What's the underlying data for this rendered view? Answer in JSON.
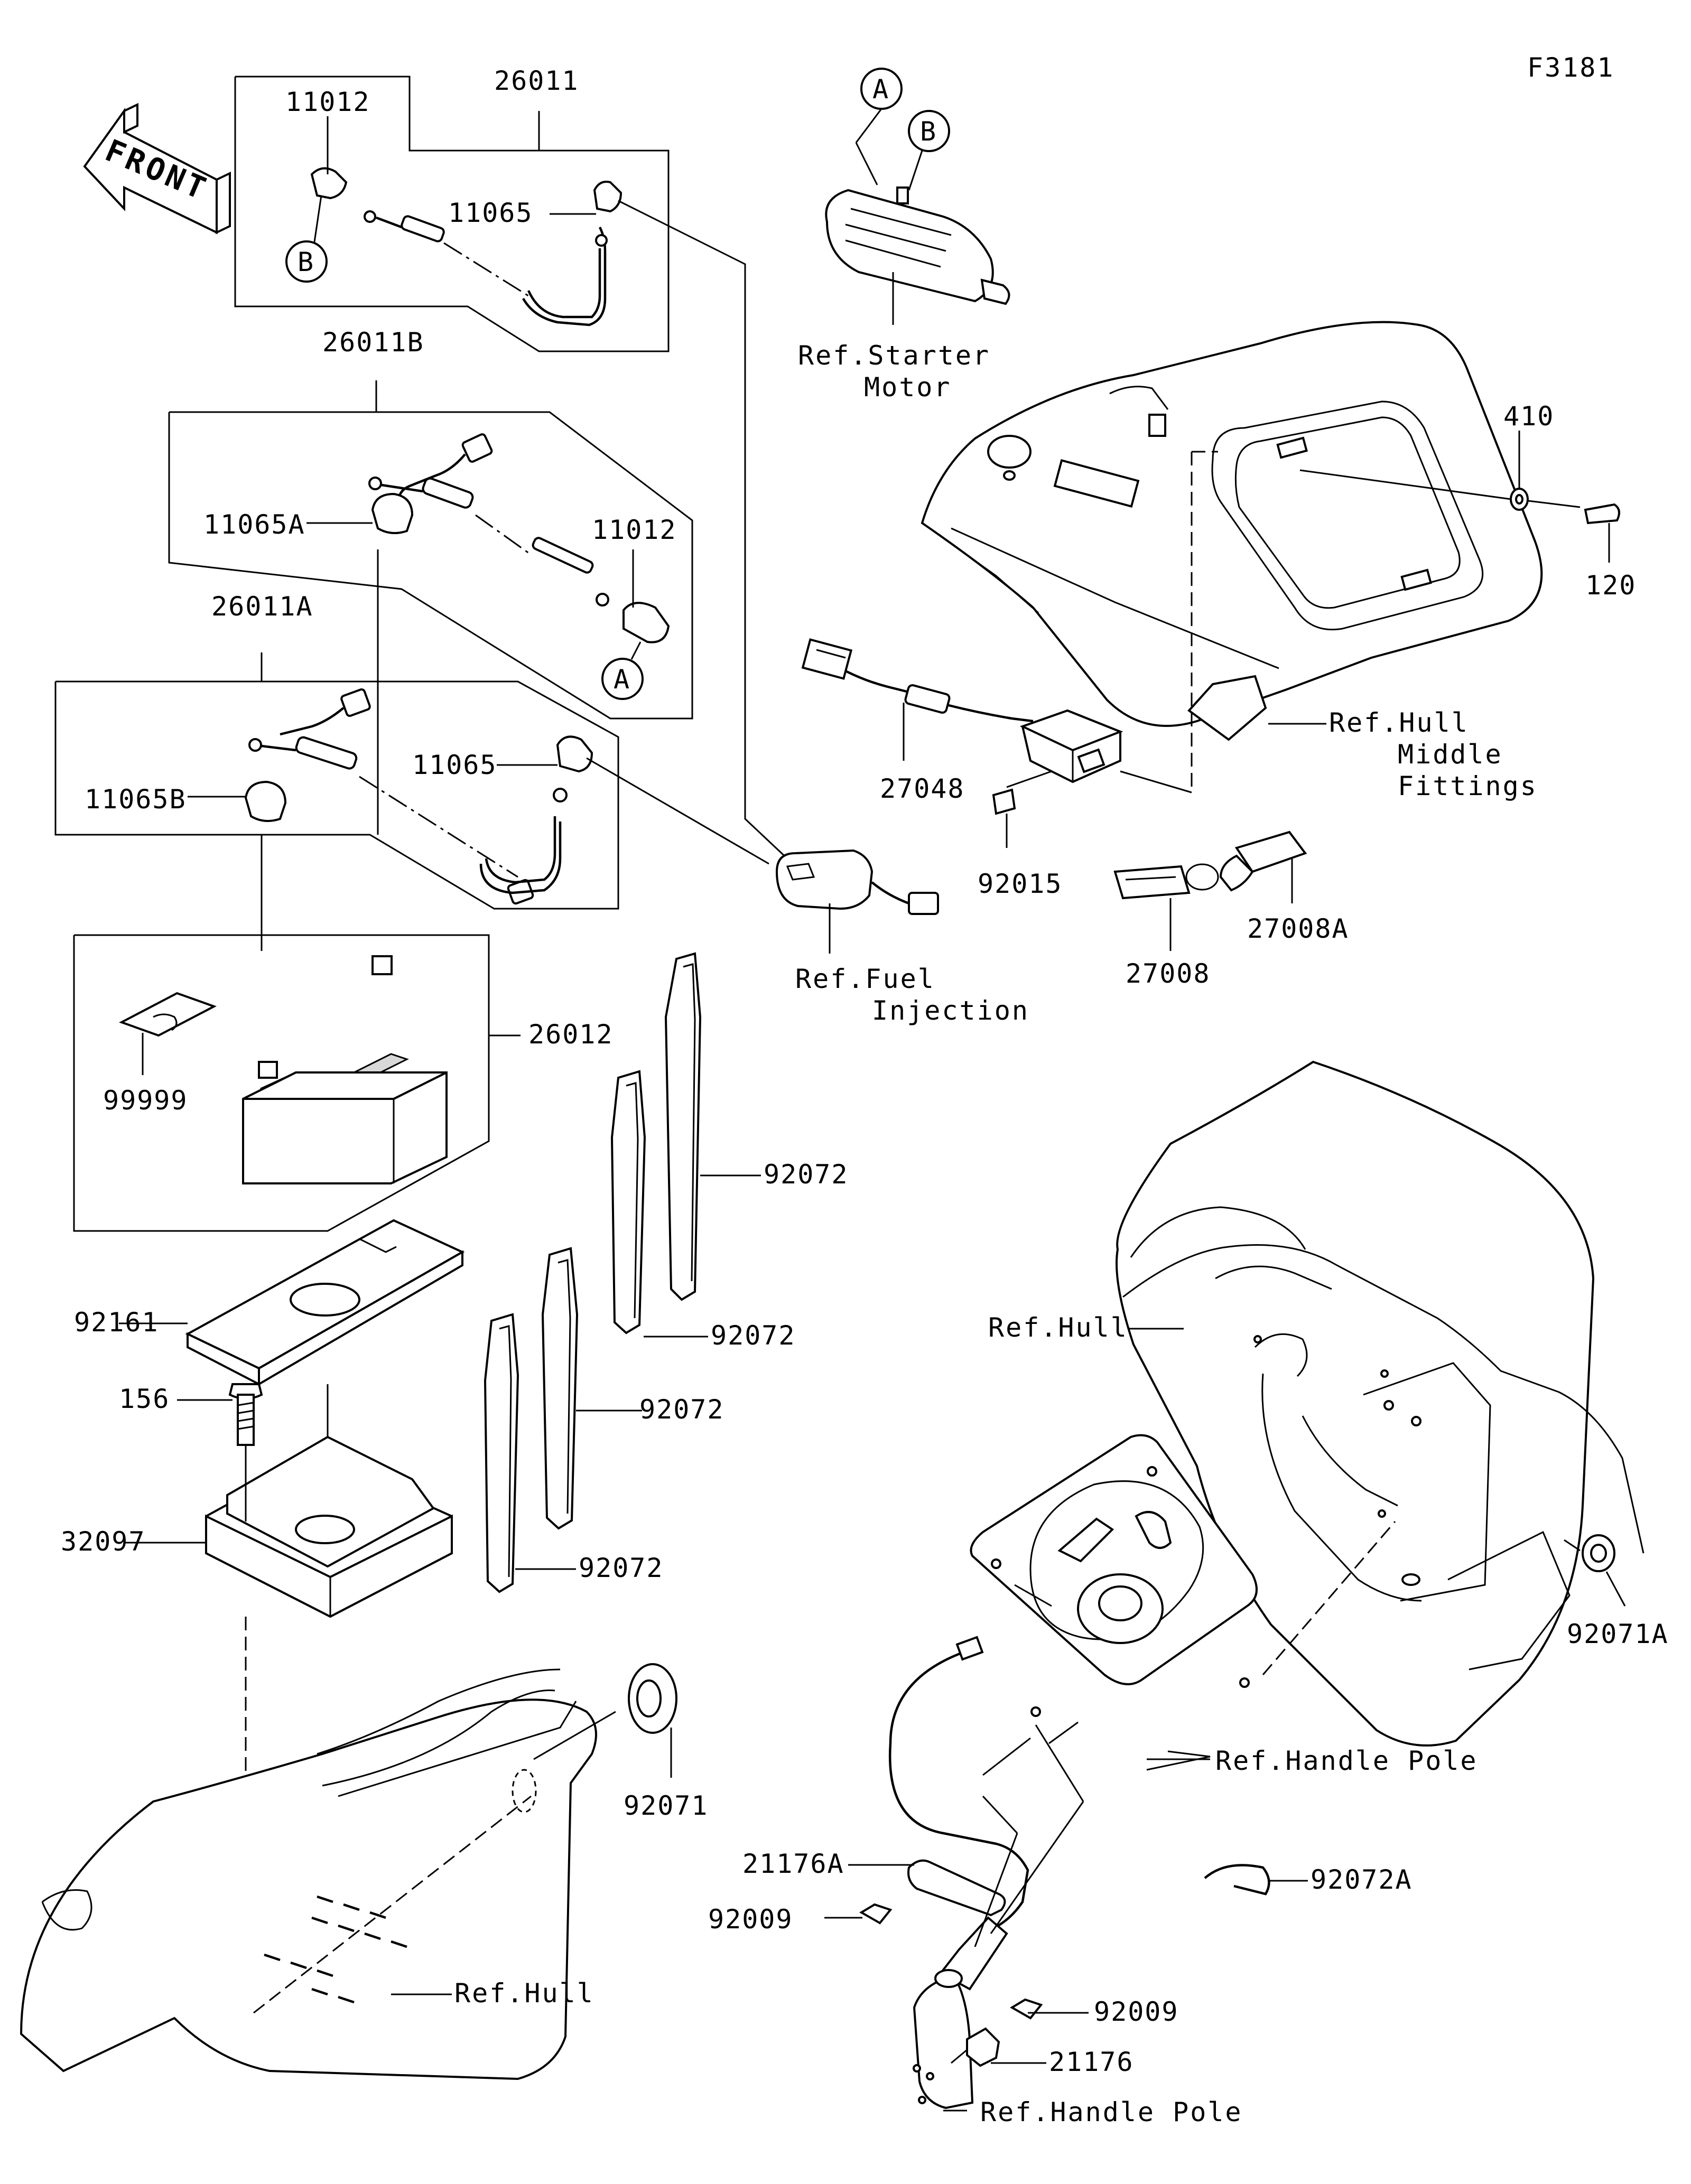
{
  "diagram": {
    "figure_code": "F3181",
    "front_arrow": "FRONT",
    "callouts": {
      "A": "A",
      "B": "B"
    },
    "part_numbers": {
      "p11012_top": "11012",
      "p26011": "26011",
      "p11065_top": "11065",
      "p26011B": "26011B",
      "p11065A": "11065A",
      "p11012_mid": "11012",
      "p26011A": "26011A",
      "p11065_mid": "11065",
      "p11065B": "11065B",
      "p26012": "26012",
      "p99999": "99999",
      "p92072_1": "92072",
      "p92072_2": "92072",
      "p92072_3": "92072",
      "p92072_4": "92072",
      "p92161": "92161",
      "p156": "156",
      "p32097": "32097",
      "p92071": "92071",
      "p27048": "27048",
      "p92015": "92015",
      "p27008": "27008",
      "p27008A": "27008A",
      "p410": "410",
      "p120": "120",
      "p92071A": "92071A",
      "p21176A": "21176A",
      "p92009_a": "92009",
      "p92009_b": "92009",
      "p21176": "21176",
      "p92072A": "92072A"
    },
    "references": {
      "starter_line1": "Ref.Starter",
      "starter_line2": "Motor",
      "hull_mid_line1": "Ref.Hull",
      "hull_mid_line2": "Middle",
      "hull_mid_line3": "Fittings",
      "fuel_line1": "Ref.Fuel",
      "fuel_line2": "Injection",
      "hull_right": "Ref.Hull",
      "handle_pole_1": "Ref.Handle Pole",
      "hull_bottom": "Ref.Hull",
      "handle_pole_2": "Ref.Handle Pole"
    }
  }
}
